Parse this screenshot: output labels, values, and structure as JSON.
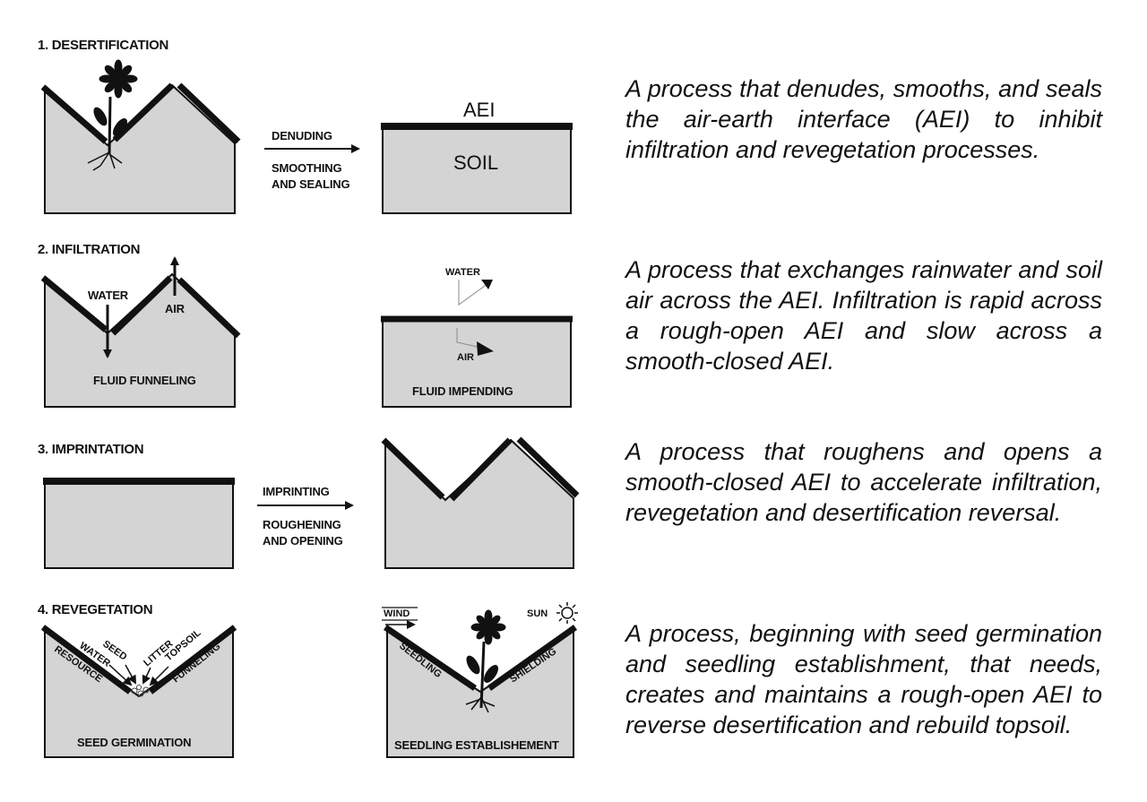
{
  "sections": [
    {
      "heading": "1. DESERTIFICATION",
      "arrow_top": "DENUDING",
      "arrow_bottom_1": "SMOOTHING",
      "arrow_bottom_2": "AND SEALING",
      "aei_label": "AEI",
      "soil_label": "SOIL",
      "description": "A process that denudes, smooths, and seals the air-earth interface (AEI) to inhibit infiltration and revegetation processes."
    },
    {
      "heading": "2. INFILTRATION",
      "left_water": "WATER",
      "left_air": "AIR",
      "left_caption": "FLUID FUNNELING",
      "right_water": "WATER",
      "right_air": "AIR",
      "right_caption": "FLUID IMPENDING",
      "description": "A process that exchanges rainwater and soil air across the AEI. Infiltration is rapid across a rough-open AEI and slow across a smooth-closed AEI."
    },
    {
      "heading": "3. IMPRINTATION",
      "arrow_top": "IMPRINTING",
      "arrow_bottom_1": "ROUGHENING",
      "arrow_bottom_2": "AND OPENING",
      "description": "A process that roughens and opens a smooth-closed AEI to accelerate infiltration, revegetation and desertification reversal."
    },
    {
      "heading": "4. REVEGETATION",
      "labels": [
        "RESOURCE",
        "WATER",
        "SEED",
        "LITTER",
        "TOPSOIL",
        "FUNNELING"
      ],
      "left_caption": "SEED GERMINATION",
      "wind": "WIND",
      "sun": "SUN",
      "seedling": "SEEDLING",
      "shielding": "SHIELDING",
      "right_caption": "SEEDLING ESTABLISHEMENT",
      "description": "A process, beginning with seed germination and seedling establishment, that needs, creates and maintains a rough-open AEI to reverse desertification and rebuild topsoil."
    }
  ]
}
